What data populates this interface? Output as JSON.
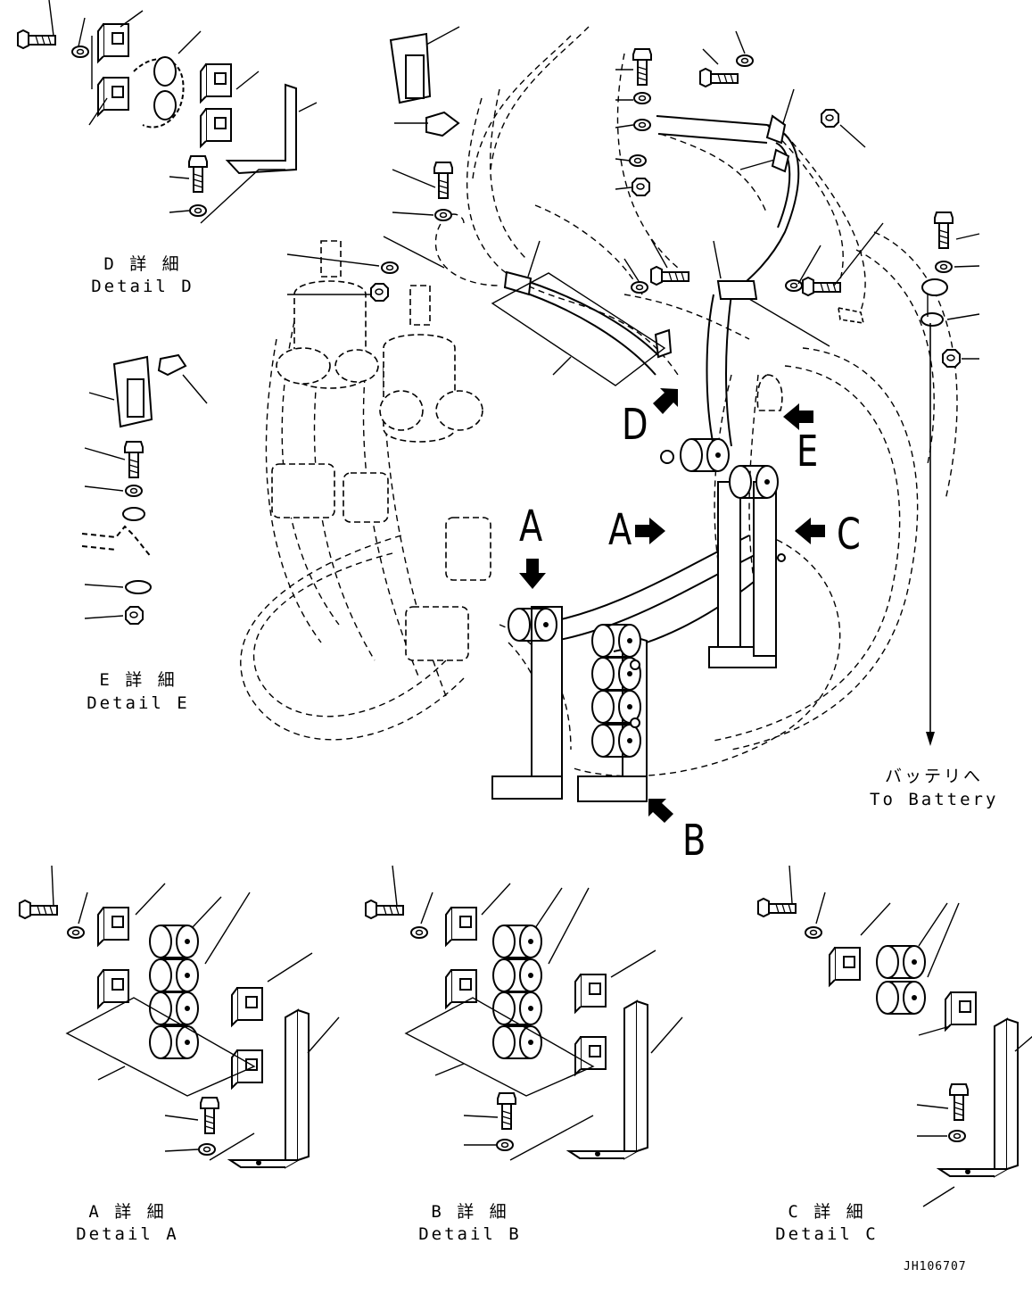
{
  "detail_labels": {
    "d_jp": "D 詳 細",
    "d_en": "Detail D",
    "e_jp": "E 詳 細",
    "e_en": "Detail E",
    "a_jp": "A 詳 細",
    "a_en": "Detail A",
    "b_jp": "B 詳 細",
    "b_en": "Detail B",
    "c_jp": "C 詳 細",
    "c_en": "Detail C"
  },
  "view_markers": {
    "a1": "A",
    "a2": "A",
    "b": "B",
    "c": "C",
    "d": "D",
    "e": "E"
  },
  "battery": {
    "jp": "バッテリへ",
    "en": "To Battery"
  },
  "drawing_code": "JH106707"
}
